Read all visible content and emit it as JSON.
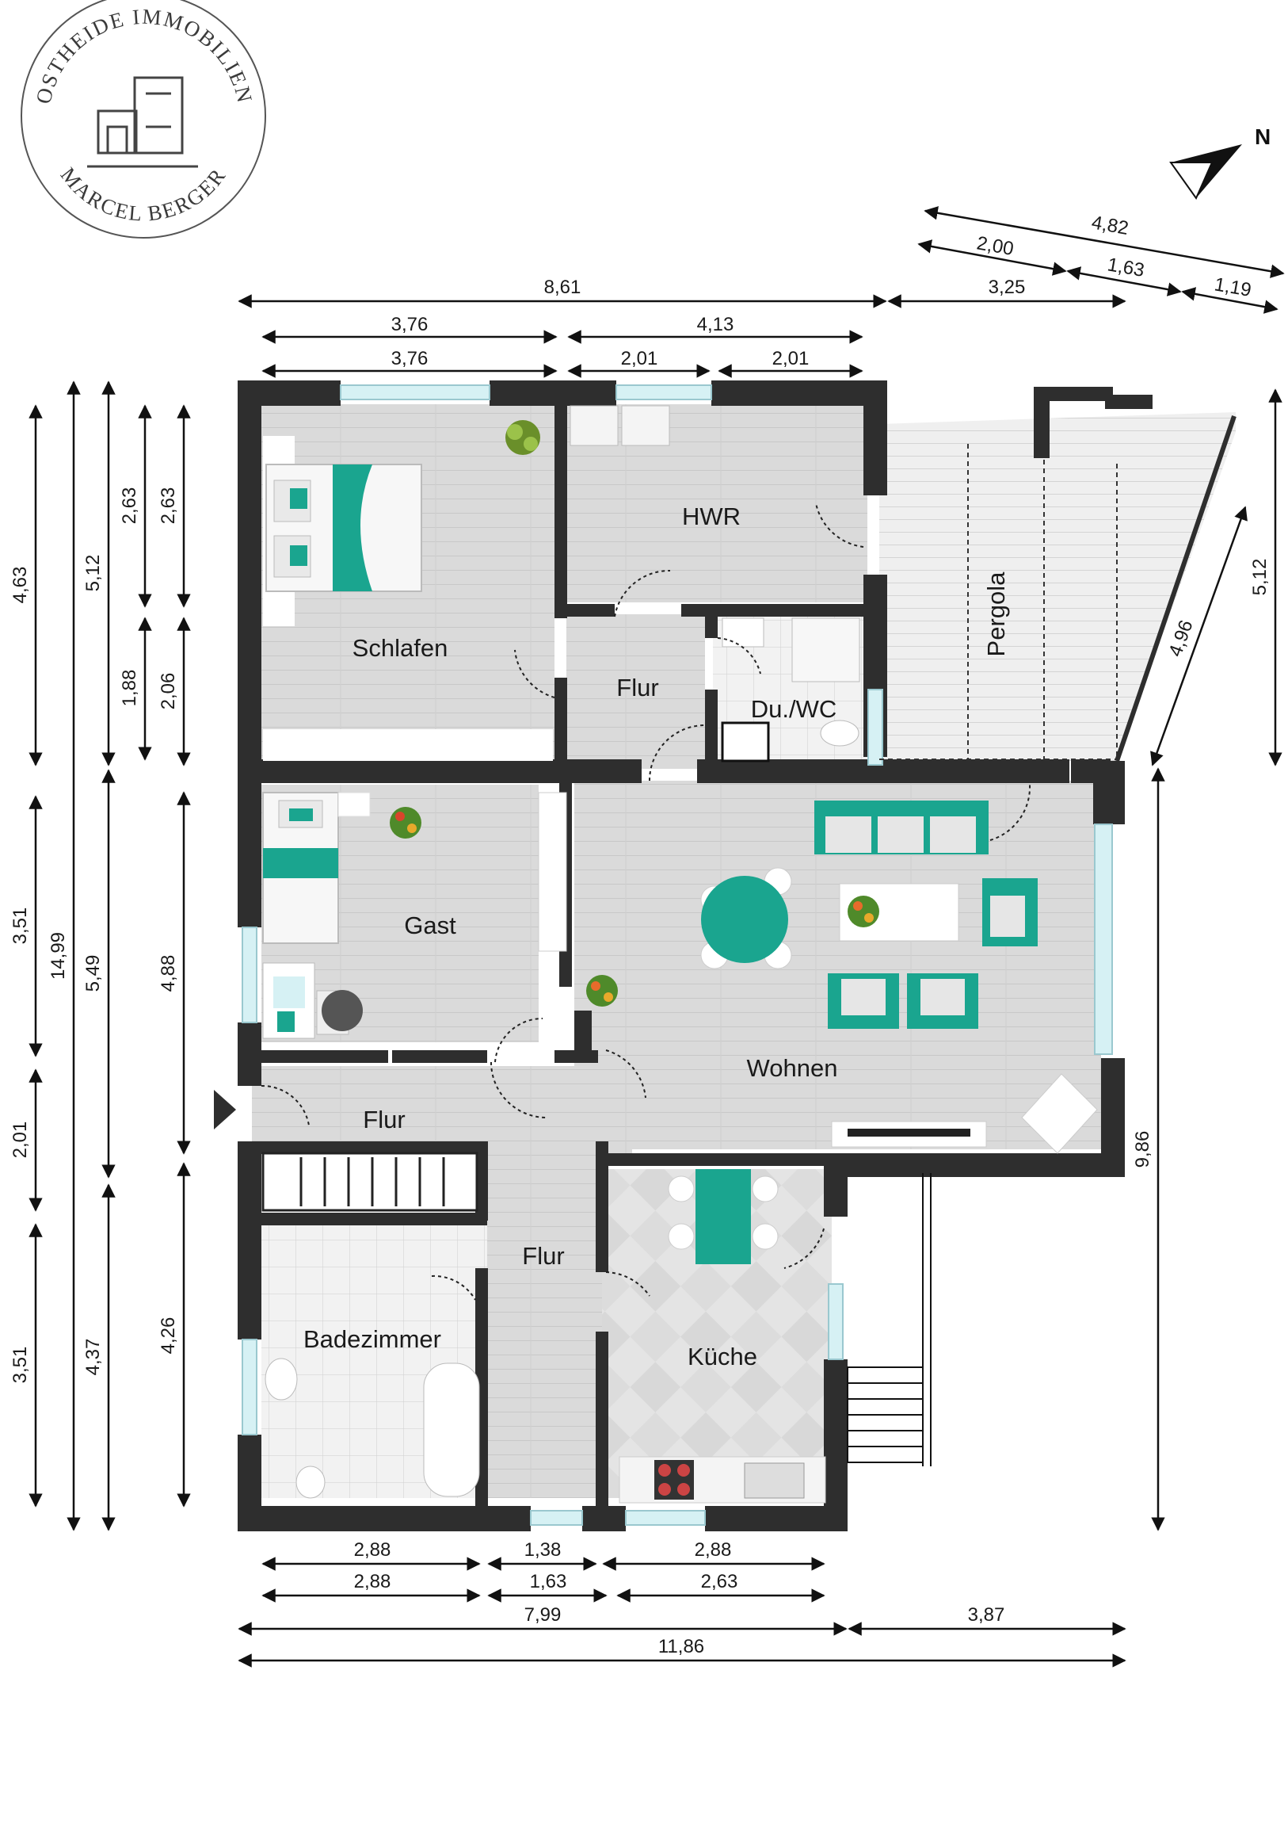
{
  "logo": {
    "top_text": "OSTHEIDE IMMOBILIEN",
    "bottom_text": "MARCEL BERGER"
  },
  "north_label": "N",
  "rooms": {
    "schlafen": "Schlafen",
    "hwr": "HWR",
    "flur_top": "Flur",
    "du_wc": "Du./WC",
    "pergola": "Pergola",
    "gast": "Gast",
    "wohnen": "Wohnen",
    "flur_entry": "Flur",
    "flur_lower": "Flur",
    "badezimmer": "Badezimmer",
    "kueche": "Küche"
  },
  "dimensions": {
    "top_total": "8,61",
    "top_left_outer": "3,76",
    "top_right_outer": "4,13",
    "top_left_inner": "3,76",
    "top_mid_inner": "2,01",
    "top_right_inner": "2,01",
    "pergola_width": "3,25",
    "pergola_diag_total": "4,82",
    "pergola_diag_a": "2,00",
    "pergola_diag_b": "1,63",
    "pergola_diag_c": "1,19",
    "pergola_right_height": "5,12",
    "pergola_diag_side": "4,96",
    "right_total_height": "9,86",
    "left_a1": "4,63",
    "left_a2": "3,51",
    "left_a3": "2,01",
    "left_a4": "3,51",
    "left_total": "14,99",
    "left_c1": "5,12",
    "left_c2": "5,49",
    "left_c3": "4,37",
    "left_d1": "2,63",
    "left_d2": "1,88",
    "left_e1": "2,63",
    "left_e2": "2,06",
    "left_e3": "4,88",
    "left_e4": "4,26",
    "bottom_a1": "2,88",
    "bottom_a2": "1,38",
    "bottom_a3": "2,88",
    "bottom_b1": "2,88",
    "bottom_b2": "1,63",
    "bottom_b3": "2,63",
    "bottom_c1": "7,99",
    "bottom_c2": "3,87",
    "bottom_total": "11,86"
  },
  "colors": {
    "wall": "#2e2e2e",
    "floor_wood": "#d9d9d9",
    "floor_tile": "#e6e6e6",
    "accent": "#1aa58f",
    "window": "#cdeef2"
  }
}
